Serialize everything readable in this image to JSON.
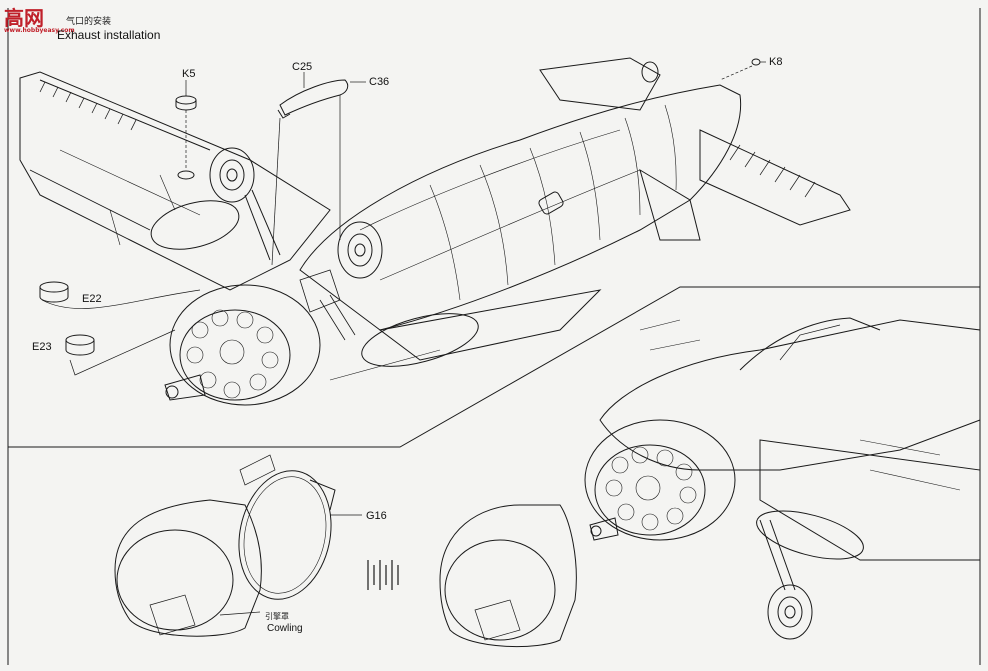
{
  "watermark": {
    "text_cn": "高网",
    "sub": "www.hobbyeasy.com"
  },
  "header": {
    "title_cn": "气口的安装",
    "title_en": "Exhaust installation"
  },
  "parts": {
    "k5": "K5",
    "c25": "C25",
    "c36": "C36",
    "k8": "K8",
    "e22": "E22",
    "e23": "E23",
    "g16": "G16"
  },
  "cowling_label": {
    "cn": "引擎罩",
    "en": "Cowling"
  },
  "colors": {
    "line": "#1a1a1a",
    "paper": "#f4f4f2",
    "watermark": "#c0202a"
  }
}
